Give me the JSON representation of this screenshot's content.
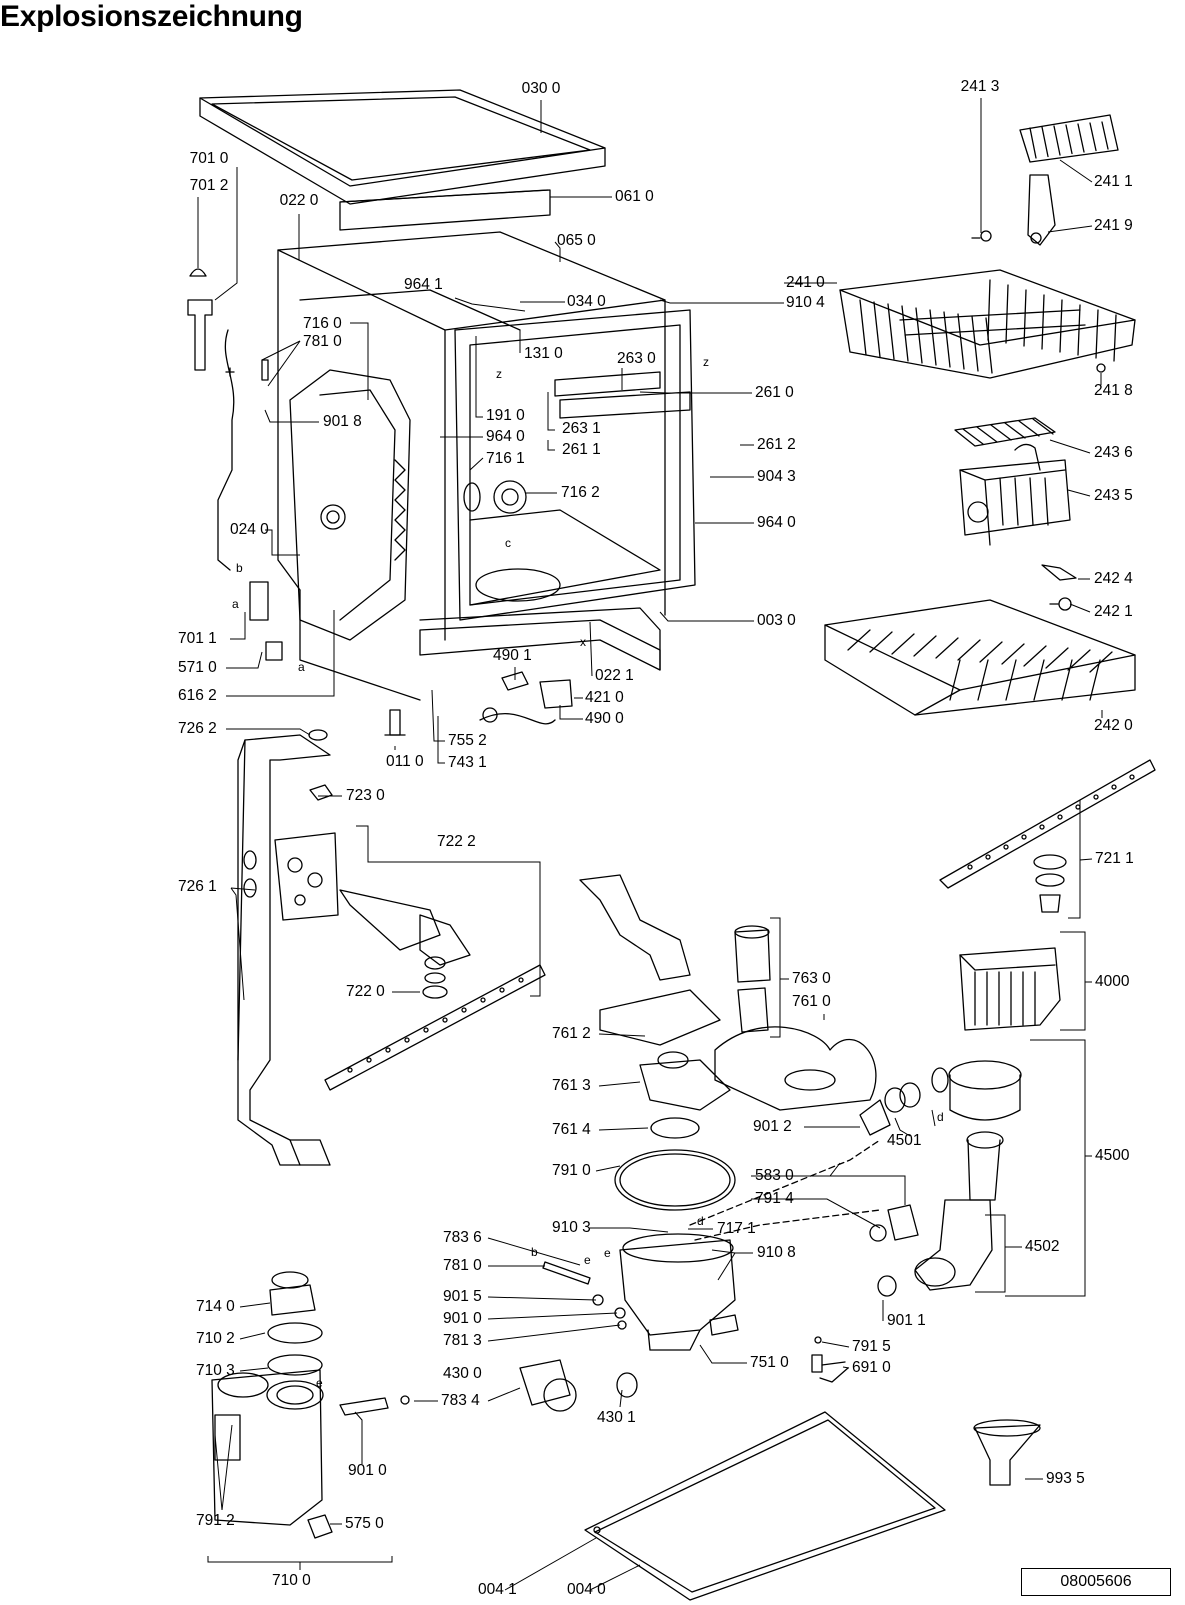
{
  "title": "Explosionszeichnung",
  "drawing_number": "08005606",
  "colors": {
    "line": "#000000",
    "background": "#ffffff"
  },
  "part_labels": [
    "030 0",
    "241 3",
    "701 0",
    "701 2",
    "022 0",
    "061 0",
    "241 1",
    "241 9",
    "065 0",
    "964 1",
    "241 0",
    "034 0",
    "910 4",
    "716 0",
    "781 0",
    "131 0",
    "263 0",
    "261 0",
    "241 8",
    "901 8",
    "191 0",
    "263 1",
    "964 0",
    "261 2",
    "261 1",
    "243 6",
    "716 1",
    "904 3",
    "716 2",
    "243 5",
    "964 0",
    "024 0",
    "242 4",
    "242 1",
    "003 0",
    "701 1",
    "490 1",
    "571 0",
    "022 1",
    "421 0",
    "616 2",
    "490 0",
    "242 0",
    "726 2",
    "755 2",
    "011 0",
    "743 1",
    "723 0",
    "722 2",
    "721 1",
    "726 1",
    "763 0",
    "4000",
    "722 0",
    "761 0",
    "761 2",
    "761 3",
    "761 4",
    "901 2",
    "4501",
    "4500",
    "791 0",
    "583 0",
    "791 4",
    "910 3",
    "717 1",
    "783 6",
    "910 8",
    "4502",
    "781 0",
    "901 5",
    "901 0",
    "781 3",
    "714 0",
    "710 2",
    "901 1",
    "791 5",
    "751 0",
    "710 3",
    "691 0",
    "430 0",
    "783 4",
    "430 1",
    "901 0",
    "993 5",
    "791 2",
    "575 0",
    "710 0",
    "004 1",
    "004 0"
  ],
  "letter_marks": [
    "z",
    "z",
    "c",
    "b",
    "a",
    "a",
    "x",
    "d",
    "d",
    "e",
    "b",
    "e",
    "e"
  ]
}
